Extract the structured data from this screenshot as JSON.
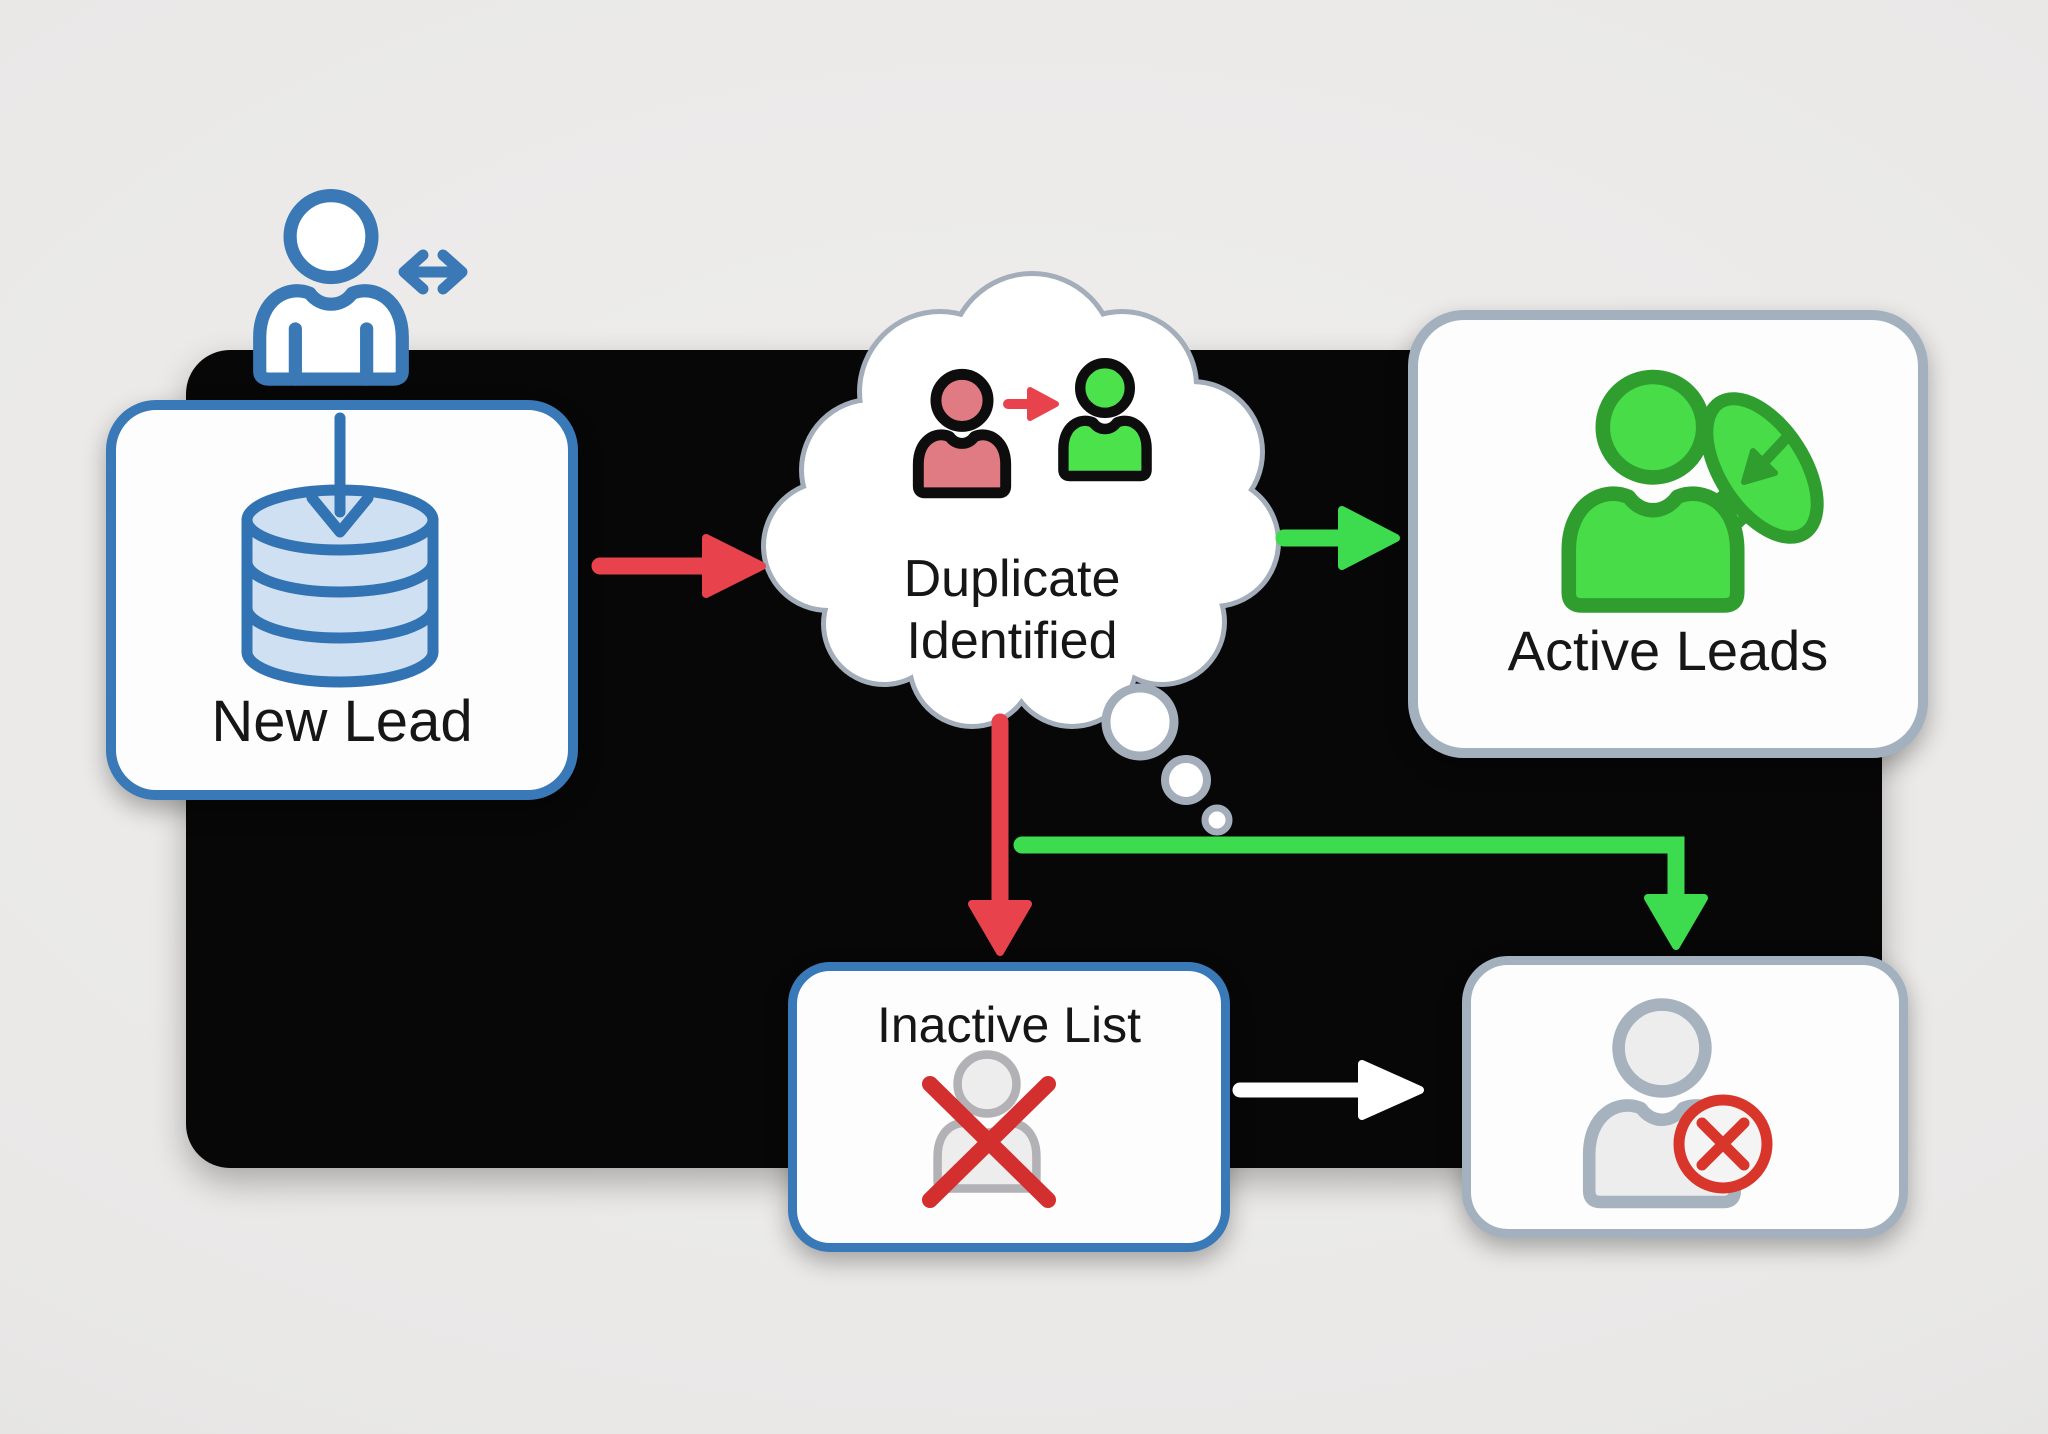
{
  "theme": {
    "panel": "#070707",
    "text": "#161616",
    "blue": "#3a78b6",
    "blue-border": "#3a79b8",
    "gray-border": "#a3b1bf",
    "cloud-stroke": "#a3aeba",
    "db-fill": "#cfe0f3",
    "db-stroke": "#3273b3",
    "red-arrow": "#e8434c",
    "red-x": "#d32f2f",
    "green-arrow": "#3ddc4e",
    "green-person-fill": "#48dd48",
    "green-person-stroke": "#2f9e2f",
    "cloud-person-red": "#e07a83",
    "cloud-person-green": "#4ce24c",
    "gray-person-fill": "#ededee",
    "gray-person-stroke": "#a6b2bd",
    "white-arrow": "#ffffff"
  },
  "nodes": {
    "new_lead": {
      "label": "New Lead",
      "icon": "database-input-icon",
      "shape": "rounded-box",
      "border": "blue"
    },
    "duplicate": {
      "label": "Duplicate Identified",
      "line1": "Duplicate",
      "line2": "Identified",
      "icon": "duplicate-transfer-icon",
      "shape": "thought-cloud"
    },
    "active_leads": {
      "label": "Active Leads",
      "icon": "active-lead-person-icon",
      "shape": "rounded-box",
      "border": "gray"
    },
    "inactive_list": {
      "label": "Inactive List",
      "icon": "crossed-out-person-icon",
      "shape": "rounded-box",
      "border": "blue"
    },
    "removed_lead": {
      "label": "",
      "icon": "blocked-person-icon",
      "shape": "rounded-box",
      "border": "gray"
    }
  },
  "edges": [
    {
      "name": "new-lead-to-duplicate",
      "color": "#e8434c",
      "style": "straight-right"
    },
    {
      "name": "duplicate-to-active-leads",
      "color": "#3ddc4e",
      "style": "straight-right"
    },
    {
      "name": "duplicate-to-inactive-list",
      "color": "#e8434c",
      "style": "straight-down"
    },
    {
      "name": "duplicate-to-removed-lead",
      "color": "#3ddc4e",
      "style": "elbow-right-down"
    },
    {
      "name": "inactive-list-to-removed-lead",
      "color": "#ffffff",
      "style": "straight-right"
    }
  ],
  "decorations": {
    "person_sync": {
      "icon": "person-sync-icon",
      "description": "blue person with left-right sync arrows"
    },
    "thought_bubbles": {
      "icon": "thought-bubble-trail",
      "count": 3
    }
  }
}
